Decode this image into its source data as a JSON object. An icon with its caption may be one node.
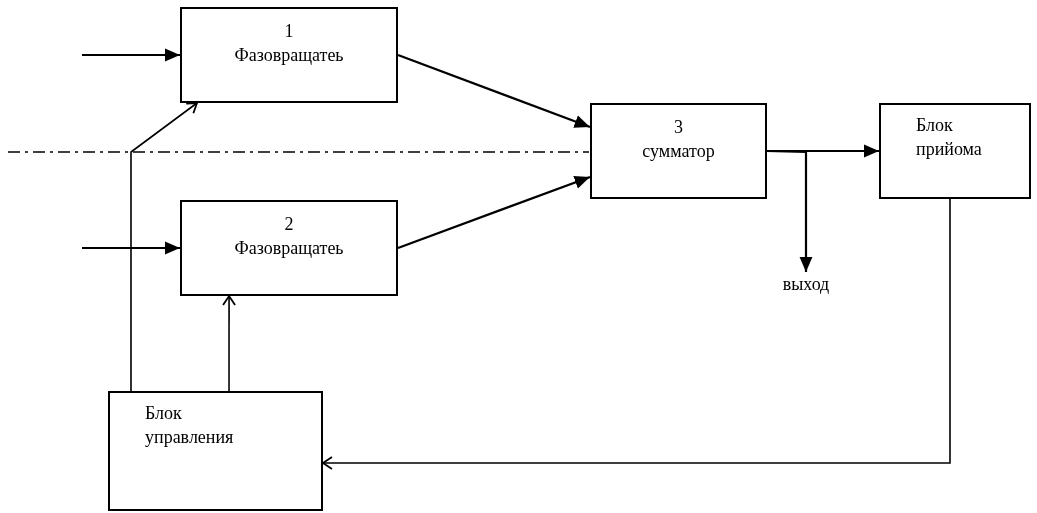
{
  "diagram": {
    "nodes": [
      {
        "text": [
          "1",
          "Фазовращатеь"
        ]
      },
      {
        "text": [
          "2",
          "Фазовращатеь"
        ]
      },
      {
        "text": [
          "3",
          "сумматор"
        ]
      },
      {
        "text": [
          "Блок прийома"
        ]
      },
      {
        "text": [
          "Блок управления"
        ]
      },
      {
        "text": [
          "выход"
        ]
      }
    ],
    "edges": [
      {
        "from": null,
        "to": 0,
        "arrow": "to"
      },
      {
        "from": null,
        "to": 1,
        "arrow": "to"
      },
      {
        "from": 0,
        "to": 2,
        "arrow": "to"
      },
      {
        "from": 1,
        "to": 2,
        "arrow": "to"
      },
      {
        "from": 2,
        "to": 3,
        "arrow": "to"
      },
      {
        "from": 2,
        "to": 5,
        "arrow": "to"
      },
      {
        "from": 3,
        "to": 4,
        "arrow": "to"
      },
      {
        "from": 4,
        "to": 0,
        "arrow": "to"
      },
      {
        "from": 4,
        "to": 1,
        "arrow": "to"
      }
    ]
  }
}
